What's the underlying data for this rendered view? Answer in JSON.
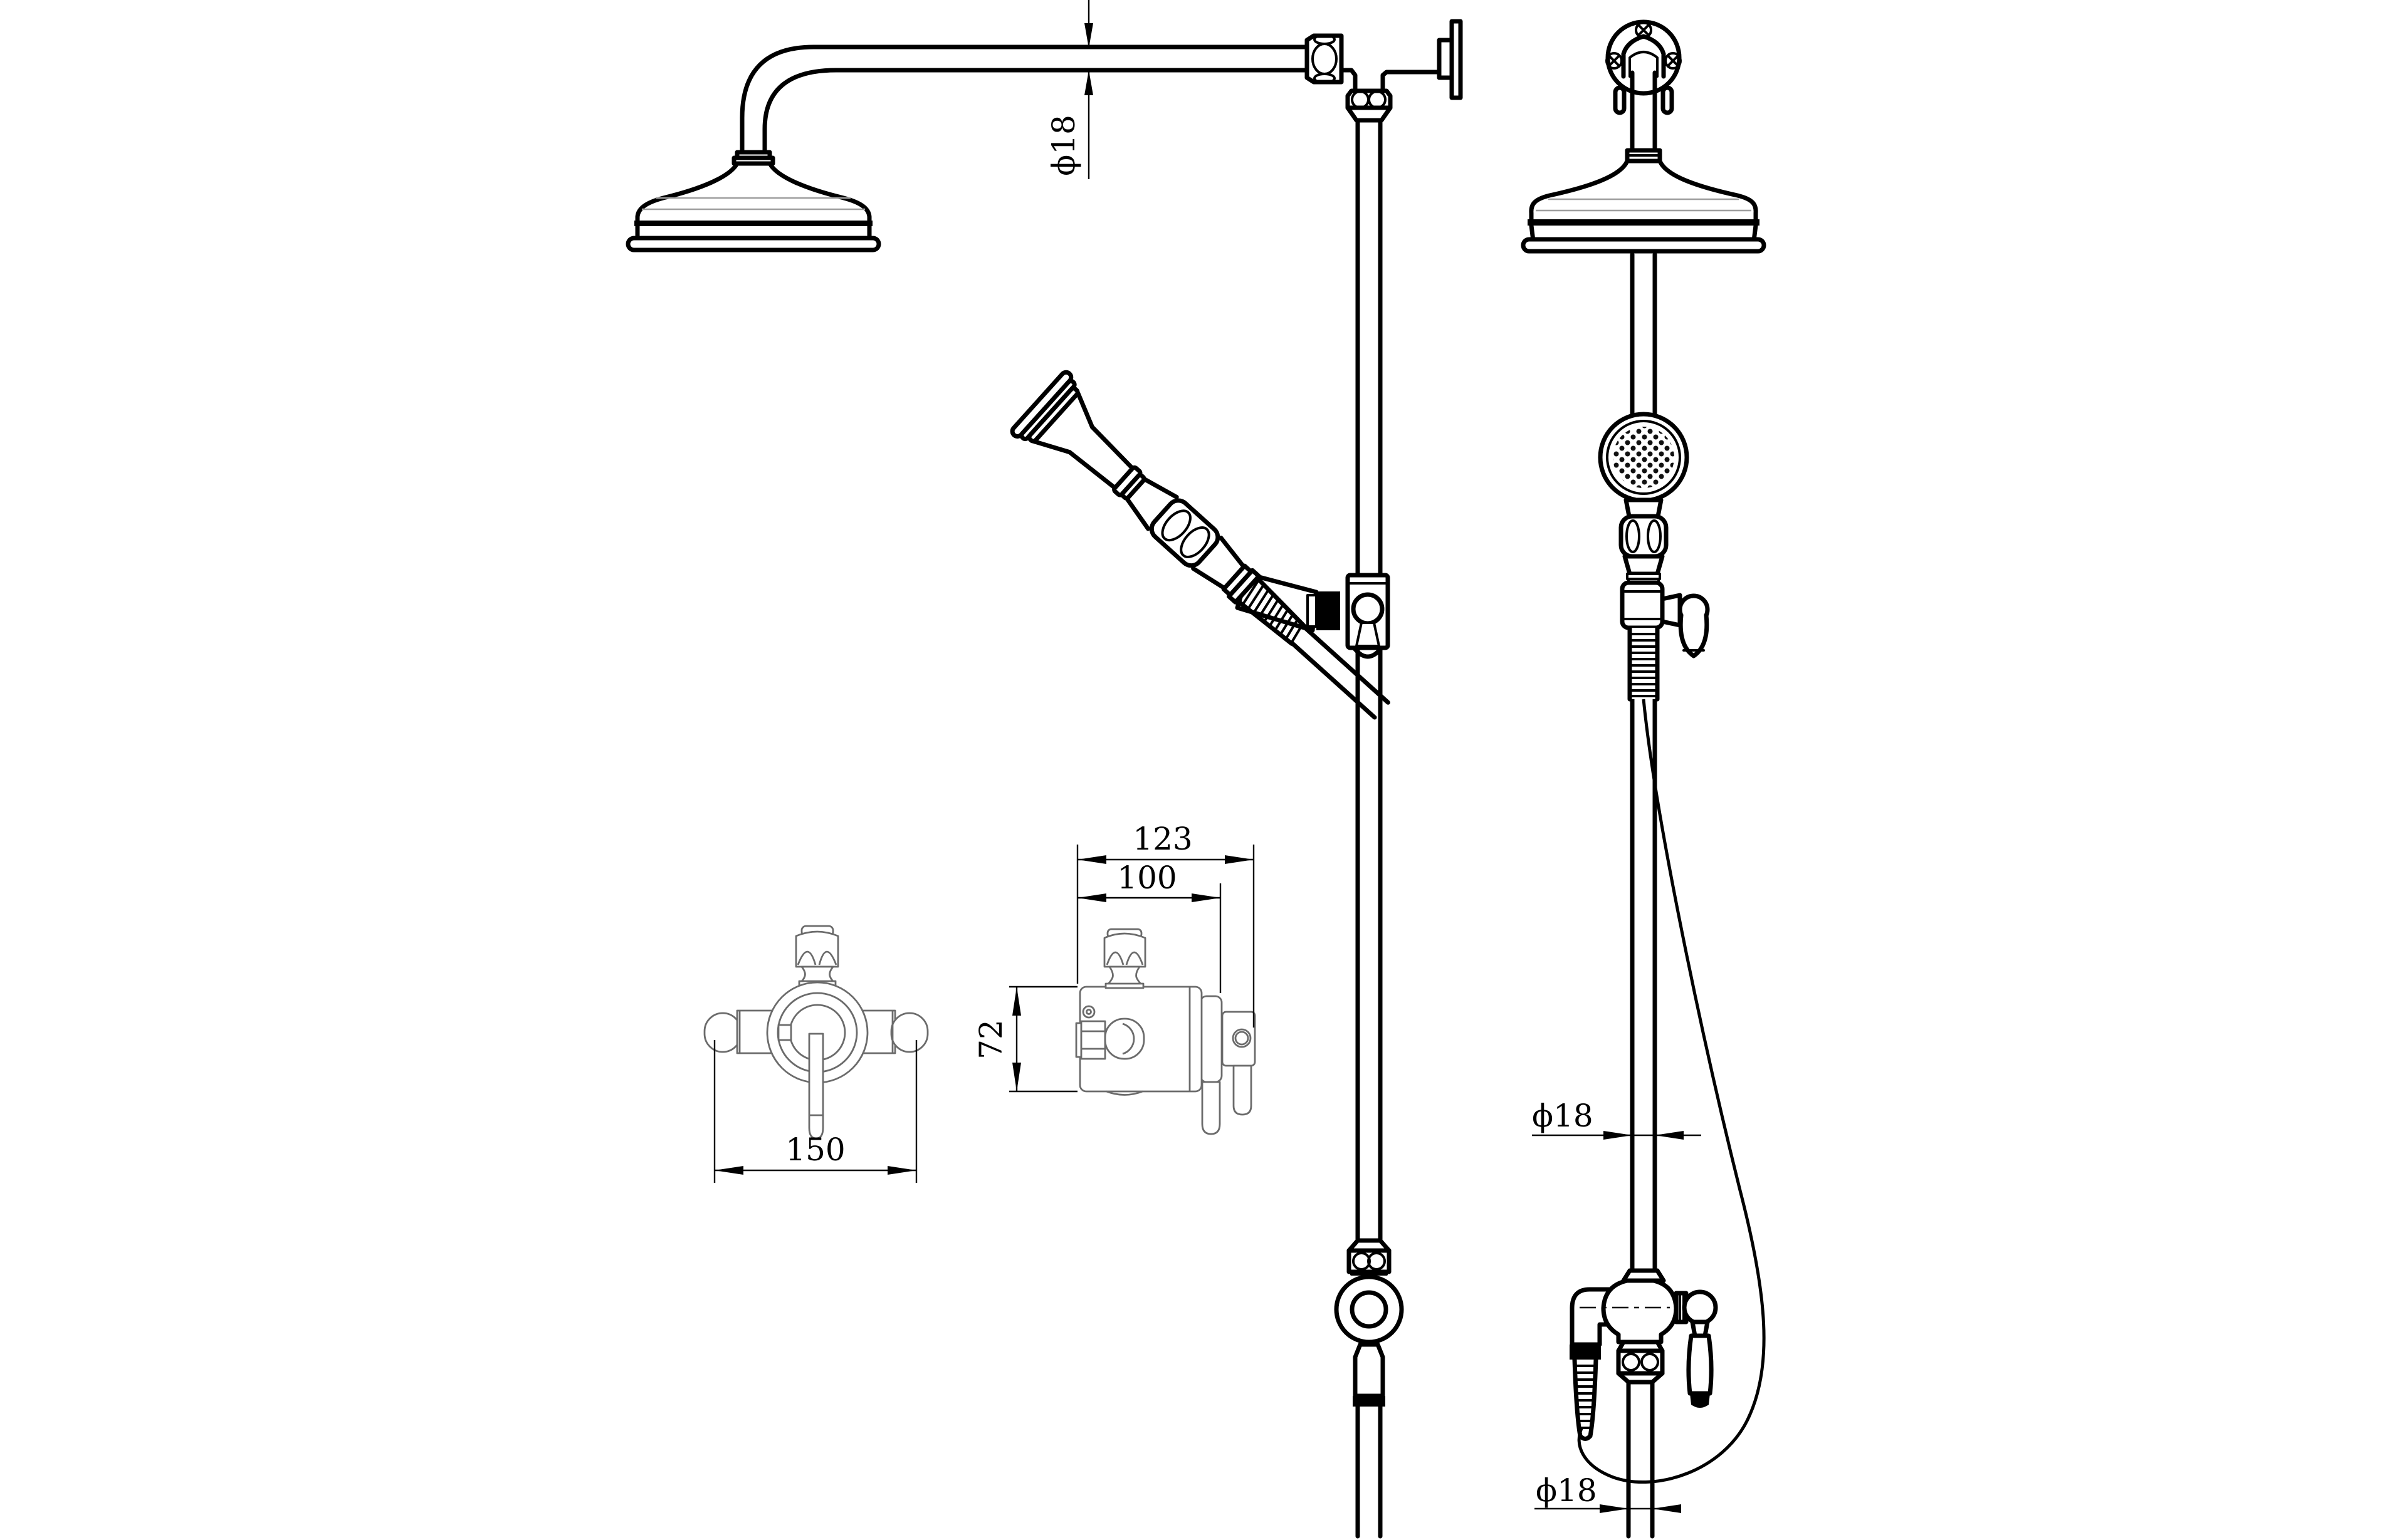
{
  "drawing": {
    "background": "#ffffff",
    "primary_line_color": "#000000",
    "detail_line_color": "#6b6b6b",
    "accent_line_color": "#9e9e9e"
  },
  "dimensions": {
    "shower_arm_diameter": "ϕ18",
    "valve_overall_depth": "123",
    "valve_body_depth": "100",
    "valve_body_height": "72",
    "valve_overall_width": "150",
    "riser_pipe_diameter": "ϕ18",
    "outlet_pipe_diameter": "ϕ18"
  }
}
